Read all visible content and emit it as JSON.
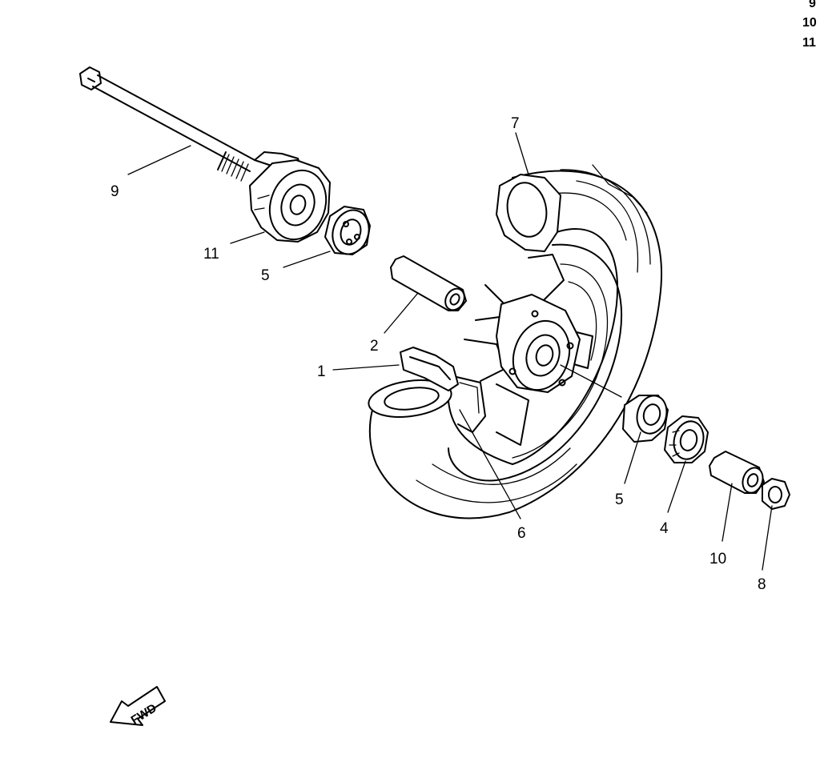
{
  "corner_list": [
    "9",
    "10",
    "11"
  ],
  "callouts": {
    "c1": "1",
    "c2": "2",
    "c4": "4",
    "c5a": "5",
    "c5b": "5",
    "c6": "6",
    "c7": "7",
    "c8": "8",
    "c9": "9",
    "c10": "10",
    "c11": "11"
  },
  "direction_label": "FWD"
}
